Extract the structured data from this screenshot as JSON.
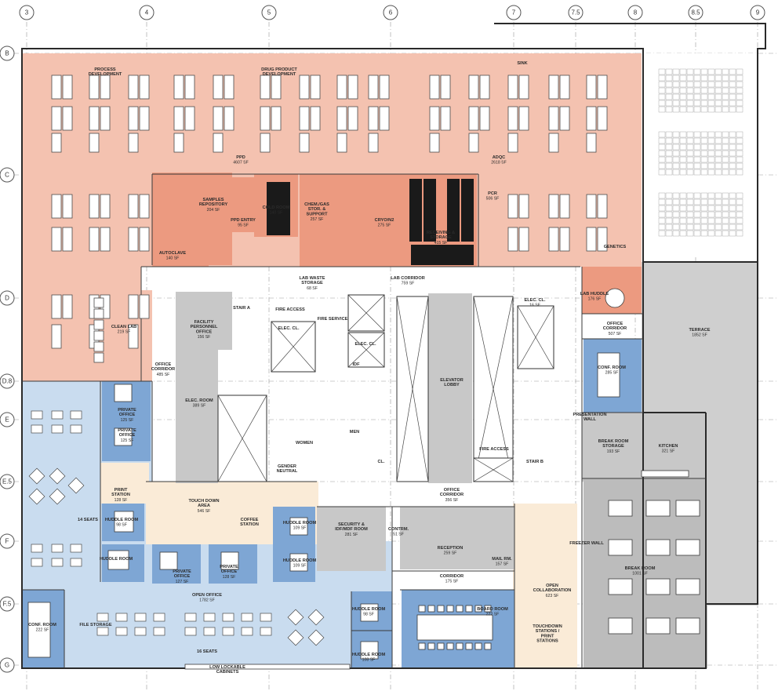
{
  "colors": {
    "lab": "#f4c2b0",
    "lab_support": "#ec9a80",
    "office": "#c9dcef",
    "office_room": "#7ea6d4",
    "core": "#c8c8c8",
    "circulation": "#ffffff",
    "amenity": "#faebd7",
    "terrace": "#cfcfcf",
    "break": "#bcbcbc"
  },
  "grid": {
    "columns": [
      "3",
      "4",
      "5",
      "6",
      "7",
      "7.5",
      "8",
      "8.5",
      "9"
    ],
    "rows": [
      "B",
      "C",
      "D",
      "D.8",
      "E",
      "E.5",
      "F",
      "F.5",
      "G"
    ]
  },
  "rooms": [
    {
      "name": "PROCESS DEVELOPMENT",
      "area": ""
    },
    {
      "name": "DRUG PRODUCT DEVELOPMENT",
      "area": ""
    },
    {
      "name": "SINK",
      "area": ""
    },
    {
      "name": "PPD",
      "area": "4607 SF"
    },
    {
      "name": "ADQC",
      "area": "2618 SF"
    },
    {
      "name": "SAMPLES REPOSITORY",
      "area": "204 SF"
    },
    {
      "name": "PPD ENTRY",
      "area": "95 SF"
    },
    {
      "name": "COLD ROOM",
      "area": "140 SF"
    },
    {
      "name": "CHEM./GAS STOR. & SUPPORT",
      "area": "257 SF"
    },
    {
      "name": "CRYO/N2",
      "area": "275 SF"
    },
    {
      "name": "RECEIVING & STORAGE",
      "area": "415 SF"
    },
    {
      "name": "PCR",
      "area": "506 SF"
    },
    {
      "name": "GENETICS",
      "area": ""
    },
    {
      "name": "AUTOCLAVE",
      "area": "140 SF"
    },
    {
      "name": "LAB WASTE STORAGE",
      "area": "68 SF"
    },
    {
      "name": "LAB CORRIDOR",
      "area": "759 SF"
    },
    {
      "name": "LAB HUDDLE",
      "area": "176 SF"
    },
    {
      "name": "OFFICE CORRIDOR",
      "area": "507 SF"
    },
    {
      "name": "TERRACE",
      "area": "1852 SF"
    },
    {
      "name": "CLEAN LAB",
      "area": "219 SF"
    },
    {
      "name": "OFFICE CORRIDOR",
      "area": "485 SF"
    },
    {
      "name": "FACILITY PERSONNEL OFFICE",
      "area": "156 SF"
    },
    {
      "name": "STAIR A",
      "area": ""
    },
    {
      "name": "FIRE ACCESS",
      "area": ""
    },
    {
      "name": "FIRE SERVICE",
      "area": ""
    },
    {
      "name": "ELEC. CL.",
      "area": ""
    },
    {
      "name": "ELEC. CL.",
      "area": ""
    },
    {
      "name": "IDF",
      "area": ""
    },
    {
      "name": "ELEC. CL.",
      "area": "16 SF"
    },
    {
      "name": "ELEVATOR LOBBY",
      "area": ""
    },
    {
      "name": "CONF. ROOM",
      "area": "285 SF"
    },
    {
      "name": "ELEC. ROOM",
      "area": "389 SF"
    },
    {
      "name": "PRIVATE OFFICE",
      "area": "125 SF"
    },
    {
      "name": "PRIVATE OFFICE",
      "area": "125 SF"
    },
    {
      "name": "WOMEN",
      "area": ""
    },
    {
      "name": "MEN",
      "area": ""
    },
    {
      "name": "GENDER NEUTRAL",
      "area": ""
    },
    {
      "name": "CL.",
      "area": ""
    },
    {
      "name": "FIRE ACCESS",
      "area": ""
    },
    {
      "name": "STAIR B",
      "area": ""
    },
    {
      "name": "BREAK ROOM STORAGE",
      "area": "193 SF"
    },
    {
      "name": "KITCHEN",
      "area": "321 SF"
    },
    {
      "name": "PRINT STATION",
      "area": "128 SF"
    },
    {
      "name": "TOUCH DOWN AREA",
      "area": "546 SF"
    },
    {
      "name": "OFFICE CORRIDOR",
      "area": "356 SF"
    },
    {
      "name": "COFFEE STATION",
      "area": ""
    },
    {
      "name": "HUDDLE ROOM",
      "area": "98 SF"
    },
    {
      "name": "HUDDLE ROOM",
      "area": "109 SF"
    },
    {
      "name": "SECURITY & IDF/MDF ROOM",
      "area": "281 SF"
    },
    {
      "name": "CONTRM.",
      "area": "51 SF"
    },
    {
      "name": "RECEPTION",
      "area": "259 SF"
    },
    {
      "name": "MAIL RM.",
      "area": "157 SF"
    },
    {
      "name": "HUDDLE ROOM",
      "area": ""
    },
    {
      "name": "PRIVATE OFFICE",
      "area": "127 SF"
    },
    {
      "name": "PRIVATE OFFICE",
      "area": "128 SF"
    },
    {
      "name": "HUDDLE ROOM",
      "area": "109 SF"
    },
    {
      "name": "CORRIDOR",
      "area": "175 SF"
    },
    {
      "name": "OPEN COLLABORATION",
      "area": "623 SF"
    },
    {
      "name": "BREAK ROOM",
      "area": "1001 SF"
    },
    {
      "name": "OPEN OFFICE",
      "area": "1782 SF"
    },
    {
      "name": "CONF. ROOM",
      "area": "222 SF"
    },
    {
      "name": "HUDDLE ROOM",
      "area": "98 SF"
    },
    {
      "name": "BOARD ROOM",
      "area": "222 SF"
    },
    {
      "name": "HUDDLE ROOM",
      "area": "108 SF"
    },
    {
      "name": "16 SEATS",
      "area": ""
    },
    {
      "name": "LOW LOCKABLE CABINETS",
      "area": ""
    },
    {
      "name": "TOUCHDOWN STATIONS / PRINT STATIONS",
      "area": ""
    },
    {
      "name": "14 SEATS",
      "area": ""
    },
    {
      "name": "FREEZER WALL",
      "area": ""
    },
    {
      "name": "PRESENTATION WALL",
      "area": ""
    },
    {
      "name": "FILE STORAGE",
      "area": ""
    }
  ]
}
